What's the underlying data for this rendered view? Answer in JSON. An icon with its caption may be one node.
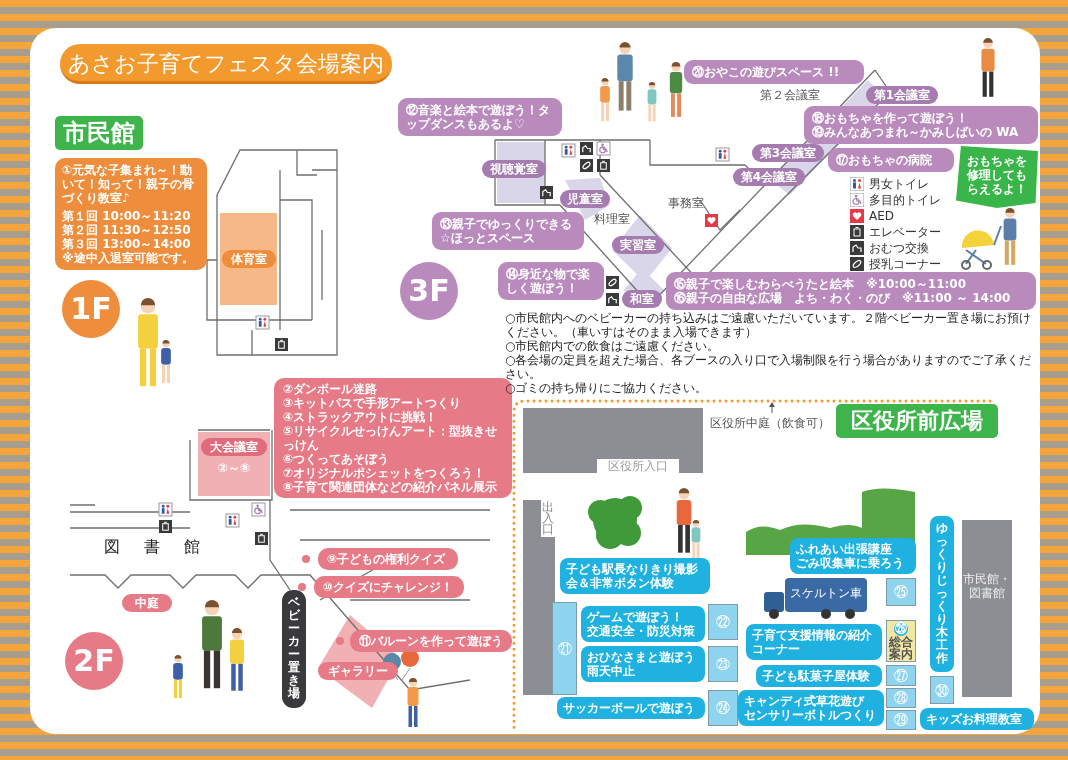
{
  "diagram": {
    "title": "あさお子育てフェスタ会場案内",
    "nodes": [
      {
        "text": [
          "①元気な子集まれ～！動いて！知って！親子の骨づくり教室♪",
          "第１回 10:00～11:20",
          "第２回 11:30～12:50",
          "第３回 13:00～14:00",
          "※途中入退室可能です。"
        ]
      },
      {
        "text": [
          "体育室"
        ]
      },
      {
        "text": [
          "⑳おやこの遊びスペース !!"
        ]
      },
      {
        "text": [
          "第1会議室"
        ]
      },
      {
        "text": [
          "⑫音楽と絵本で遊ぼう！タップダンスもあるよ♡"
        ]
      },
      {
        "text": [
          "⑱おもちゃを作って遊ぼう！",
          "⑲みんなあつまれ～かみしばいの WA"
        ]
      },
      {
        "text": [
          "第3会議室"
        ]
      },
      {
        "text": [
          "視聴覚室"
        ]
      },
      {
        "text": [
          "第4会議室"
        ]
      },
      {
        "text": [
          "おもちゃを修理してもらえるよ！"
        ]
      },
      {
        "text": [
          "⑰おもちゃの病院"
        ]
      },
      {
        "text": [
          "児童室"
        ]
      },
      {
        "text": [
          "⑬親子でゆっくりできる☆ほっとスペース"
        ]
      },
      {
        "text": [
          "実習室"
        ]
      },
      {
        "text": [
          "⑭身近な物で楽しく遊ぼう！"
        ]
      },
      {
        "text": [
          "和室"
        ]
      },
      {
        "text": [
          "⑮親子で楽しむわらべうたと絵本　※10:00～11:00",
          "⑯親子の自由な広場　よち・わく・のび　※11:00 ～ 14:00"
        ]
      },
      {
        "text": [
          "②ダンボール迷路",
          "③キットパスで手形アートつくり",
          "④ストラックアウトに挑戦！",
          "⑤リサイクルせっけんアート：型抜きせっけん",
          "⑥つくってあそぼう",
          "⑦オリジナルポシェットをつくろう！",
          "⑧子育て関連団体などの紹介パネル展示"
        ]
      },
      {
        "text": [
          "大会議室",
          "②～⑧"
        ]
      },
      {
        "text": [
          "⑨子どもの権利クイズ"
        ]
      },
      {
        "text": [
          "⑩クイズにチャレンジ！"
        ]
      },
      {
        "text": [
          "中庭"
        ]
      },
      {
        "text": [
          "ベビーカー置き場"
        ]
      },
      {
        "text": [
          "⑪バルーンを作って遊ぼう"
        ]
      },
      {
        "text": [
          "ギャラリー"
        ]
      },
      {
        "text": [
          "区役所入口"
        ]
      },
      {
        "text": [
          "子ども駅長なりきり撮影会＆非常ボタン体験"
        ]
      },
      {
        "text": [
          "㉑"
        ]
      },
      {
        "text": [
          "ふれあい出張講座",
          "ごみ収集車に乗ろう"
        ]
      },
      {
        "text": [
          "市民館・図書館"
        ]
      },
      {
        "text": [
          "ゲームで遊ぼう！",
          "交通安全・防災対策"
        ]
      },
      {
        "text": [
          "㉒"
        ]
      },
      {
        "text": [
          "ゆっくりじっくり木工作"
        ]
      },
      {
        "text": [
          "㉕"
        ]
      },
      {
        "text": [
          "子育て支援情報の紹介コーナー"
        ]
      },
      {
        "text": [
          "㉖",
          "総合案内"
        ]
      },
      {
        "text": [
          "おひなさまと遊ぼう",
          "雨天中止"
        ]
      },
      {
        "text": [
          "㉓"
        ]
      },
      {
        "text": [
          "子ども駄菓子屋体験"
        ]
      },
      {
        "text": [
          "㉗"
        ]
      },
      {
        "text": [
          "キャンディ式草花遊び",
          "センサリーボトルつくり"
        ]
      },
      {
        "text": [
          "㉘"
        ]
      },
      {
        "text": [
          "㉚"
        ]
      },
      {
        "text": [
          "サッカーボールで遊ぼう"
        ]
      },
      {
        "text": [
          "㉔"
        ]
      },
      {
        "text": [
          "㉙"
        ]
      },
      {
        "text": [
          "キッズお料理教室"
        ]
      }
    ],
    "labels": [
      "市民館",
      "1F",
      "3F",
      "料理室",
      "事務室",
      "第２会議室",
      "○市民館内へのベビーカーの持ち込みはご遠慮いただいています。２階ベビーカー置き場にお預けください。（車いすはそのまま入場できます）",
      "○市民館内での飲食はご遠慮ください。",
      "○各会場の定員を超えた場合、各ブースの入り口で入場制限を行う場合がありますのでご了承ください。",
      "○ゴミの持ち帰りにご協力ください。",
      "2F",
      "図書館",
      "区役所前広場",
      "区役所中庭（飲食可）",
      "出入口",
      "スケルトン車"
    ],
    "legend": [
      {
        "text": "男女トイレ"
      },
      {
        "text": "多目的トイレ"
      },
      {
        "text": "AED"
      },
      {
        "text": "エレベーター"
      },
      {
        "text": "おむつ交換"
      },
      {
        "text": "授乳コーナー"
      }
    ]
  }
}
